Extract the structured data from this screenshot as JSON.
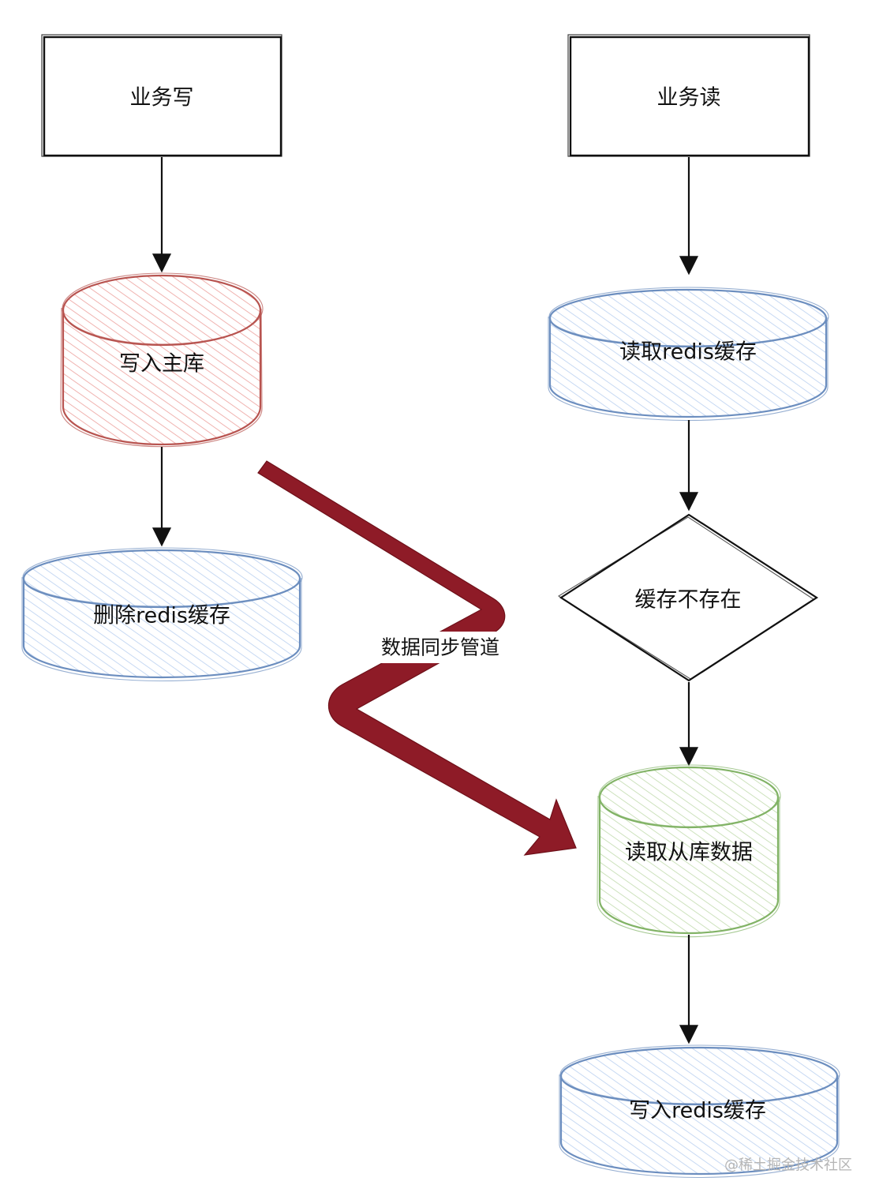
{
  "nodes": {
    "business_write": {
      "label": "业务写"
    },
    "business_read": {
      "label": "业务读"
    },
    "write_master": {
      "label": "写入主库"
    },
    "delete_redis_cache": {
      "label": "删除redis缓存"
    },
    "read_redis_cache": {
      "label": "读取redis缓存"
    },
    "cache_not_exist": {
      "label": "缓存不存在"
    },
    "read_slave_data": {
      "label": "读取从库数据"
    },
    "write_redis_cache": {
      "label": "写入redis缓存"
    }
  },
  "edges": {
    "sync_pipeline": {
      "label": "数据同步管道",
      "color": "#8e1b27"
    }
  },
  "colors": {
    "red_stroke": "#b85450",
    "red_fill": "#f1b8b6",
    "blue_stroke": "#6c8ebf",
    "blue_fill": "#c9daf2",
    "green_stroke": "#82b366",
    "green_fill": "#cfe3bf",
    "black": "#111111"
  },
  "watermark": "@稀土掘金技术社区"
}
